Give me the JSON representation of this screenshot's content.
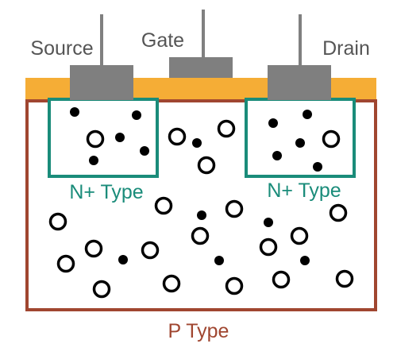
{
  "terminals": {
    "source": "Source",
    "gate": "Gate",
    "drain": "Drain"
  },
  "regions": {
    "n_plus_left": "N+ Type",
    "n_plus_right": "N+ Type",
    "substrate": "P Type"
  },
  "colors": {
    "oxide": "#f5ad36",
    "contact": "#7f7f7f",
    "lead": "#808080",
    "n_region": "#1a8c7a",
    "p_substrate": "#a04630",
    "terminal_text": "#555555",
    "carrier": "#000000"
  }
}
